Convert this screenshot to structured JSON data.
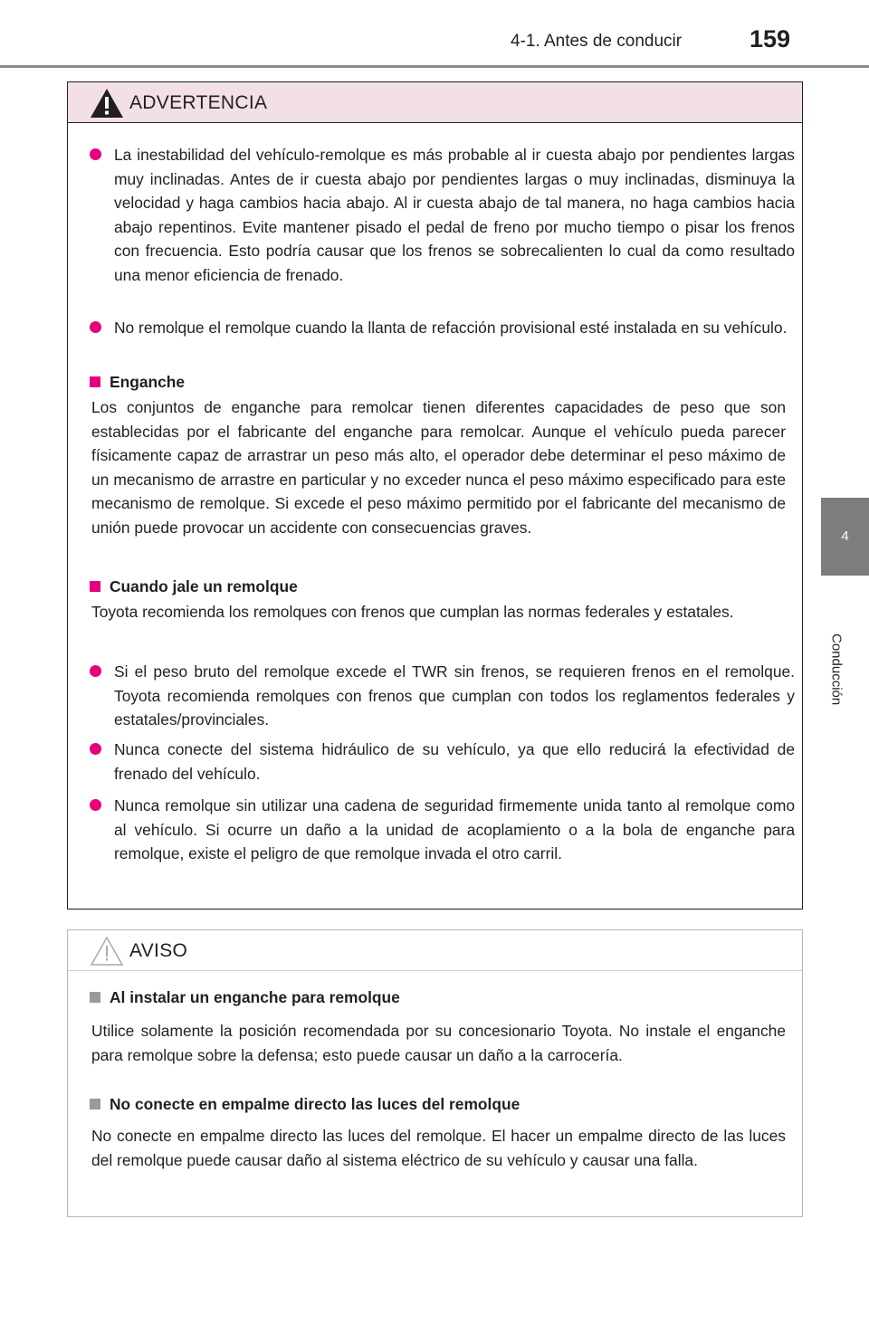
{
  "header": {
    "section": "4-1. Antes de conducir",
    "page_number": "159"
  },
  "side_tab": {
    "number": "4",
    "label": "Conducción"
  },
  "warning": {
    "title": "ADVERTENCIA",
    "bullets": [
      "La inestabilidad del vehículo-remolque es más probable al ir cuesta abajo por pendientes largas muy inclinadas. Antes de ir cuesta abajo por pendientes largas o muy inclinadas, disminuya la velocidad y haga cambios hacia abajo. Al ir cuesta abajo de tal manera, no haga cambios hacia abajo repentinos. Evite mantener pisado el pedal de freno por mucho tiempo o pisar los frenos con frecuencia. Esto podría causar que los frenos se sobrecalienten lo cual da como resultado una menor eficiencia de frenado.",
      "No remolque el remolque cuando la llanta de refacción provisional esté instalada en su vehículo."
    ],
    "enganche": {
      "heading": "Enganche",
      "text": "Los conjuntos de enganche para remolcar tienen diferentes capacidades de peso que son establecidas por el fabricante del enganche para remolcar. Aunque el vehículo pueda parecer físicamente capaz de arrastrar un peso más alto, el operador debe determinar el peso máximo de un mecanismo de arrastre en particular y no exceder nunca el peso máximo especificado para este mecanismo de remolque. Si excede el peso máximo permitido por el fabricante del mecanismo de unión puede provocar un accidente con consecuencias graves."
    },
    "cuando": {
      "heading": "Cuando jale un remolque",
      "text": "Toyota recomienda los remolques con frenos que cumplan las normas federales y estatales.",
      "bullets": [
        "Si el peso bruto del remolque excede el TWR sin frenos, se requieren frenos en el remolque. Toyota recomienda remolques con frenos que cumplan con todos los reglamentos federales y estatales/provinciales.",
        "Nunca conecte del sistema hidráulico de su vehículo, ya que ello reducirá la efectividad de frenado del vehículo.",
        "Nunca remolque sin utilizar una cadena de seguridad firmemente unida tanto al remolque como al vehículo. Si ocurre un daño a la unidad de acoplamiento o a la bola de enganche para remolque, existe el peligro de que remolque invada el otro carril."
      ]
    }
  },
  "notice": {
    "title": "AVISO",
    "sections": [
      {
        "heading": "Al instalar un enganche para remolque",
        "text": "Utilice solamente la posición recomendada por su concesionario Toyota. No instale el enganche para remolque sobre la defensa; esto puede causar un daño a la carrocería."
      },
      {
        "heading": "No conecte en empalme directo las luces del remolque",
        "text": "No conecte en empalme directo las luces del remolque. El hacer un empalme directo de las luces del remolque puede causar daño al sistema eléctrico de su vehículo y causar una falla."
      }
    ]
  },
  "colors": {
    "accent": "#e5007e",
    "warning_header_bg": "#f3dfe8",
    "side_tab_bg": "#7d7d7d"
  }
}
